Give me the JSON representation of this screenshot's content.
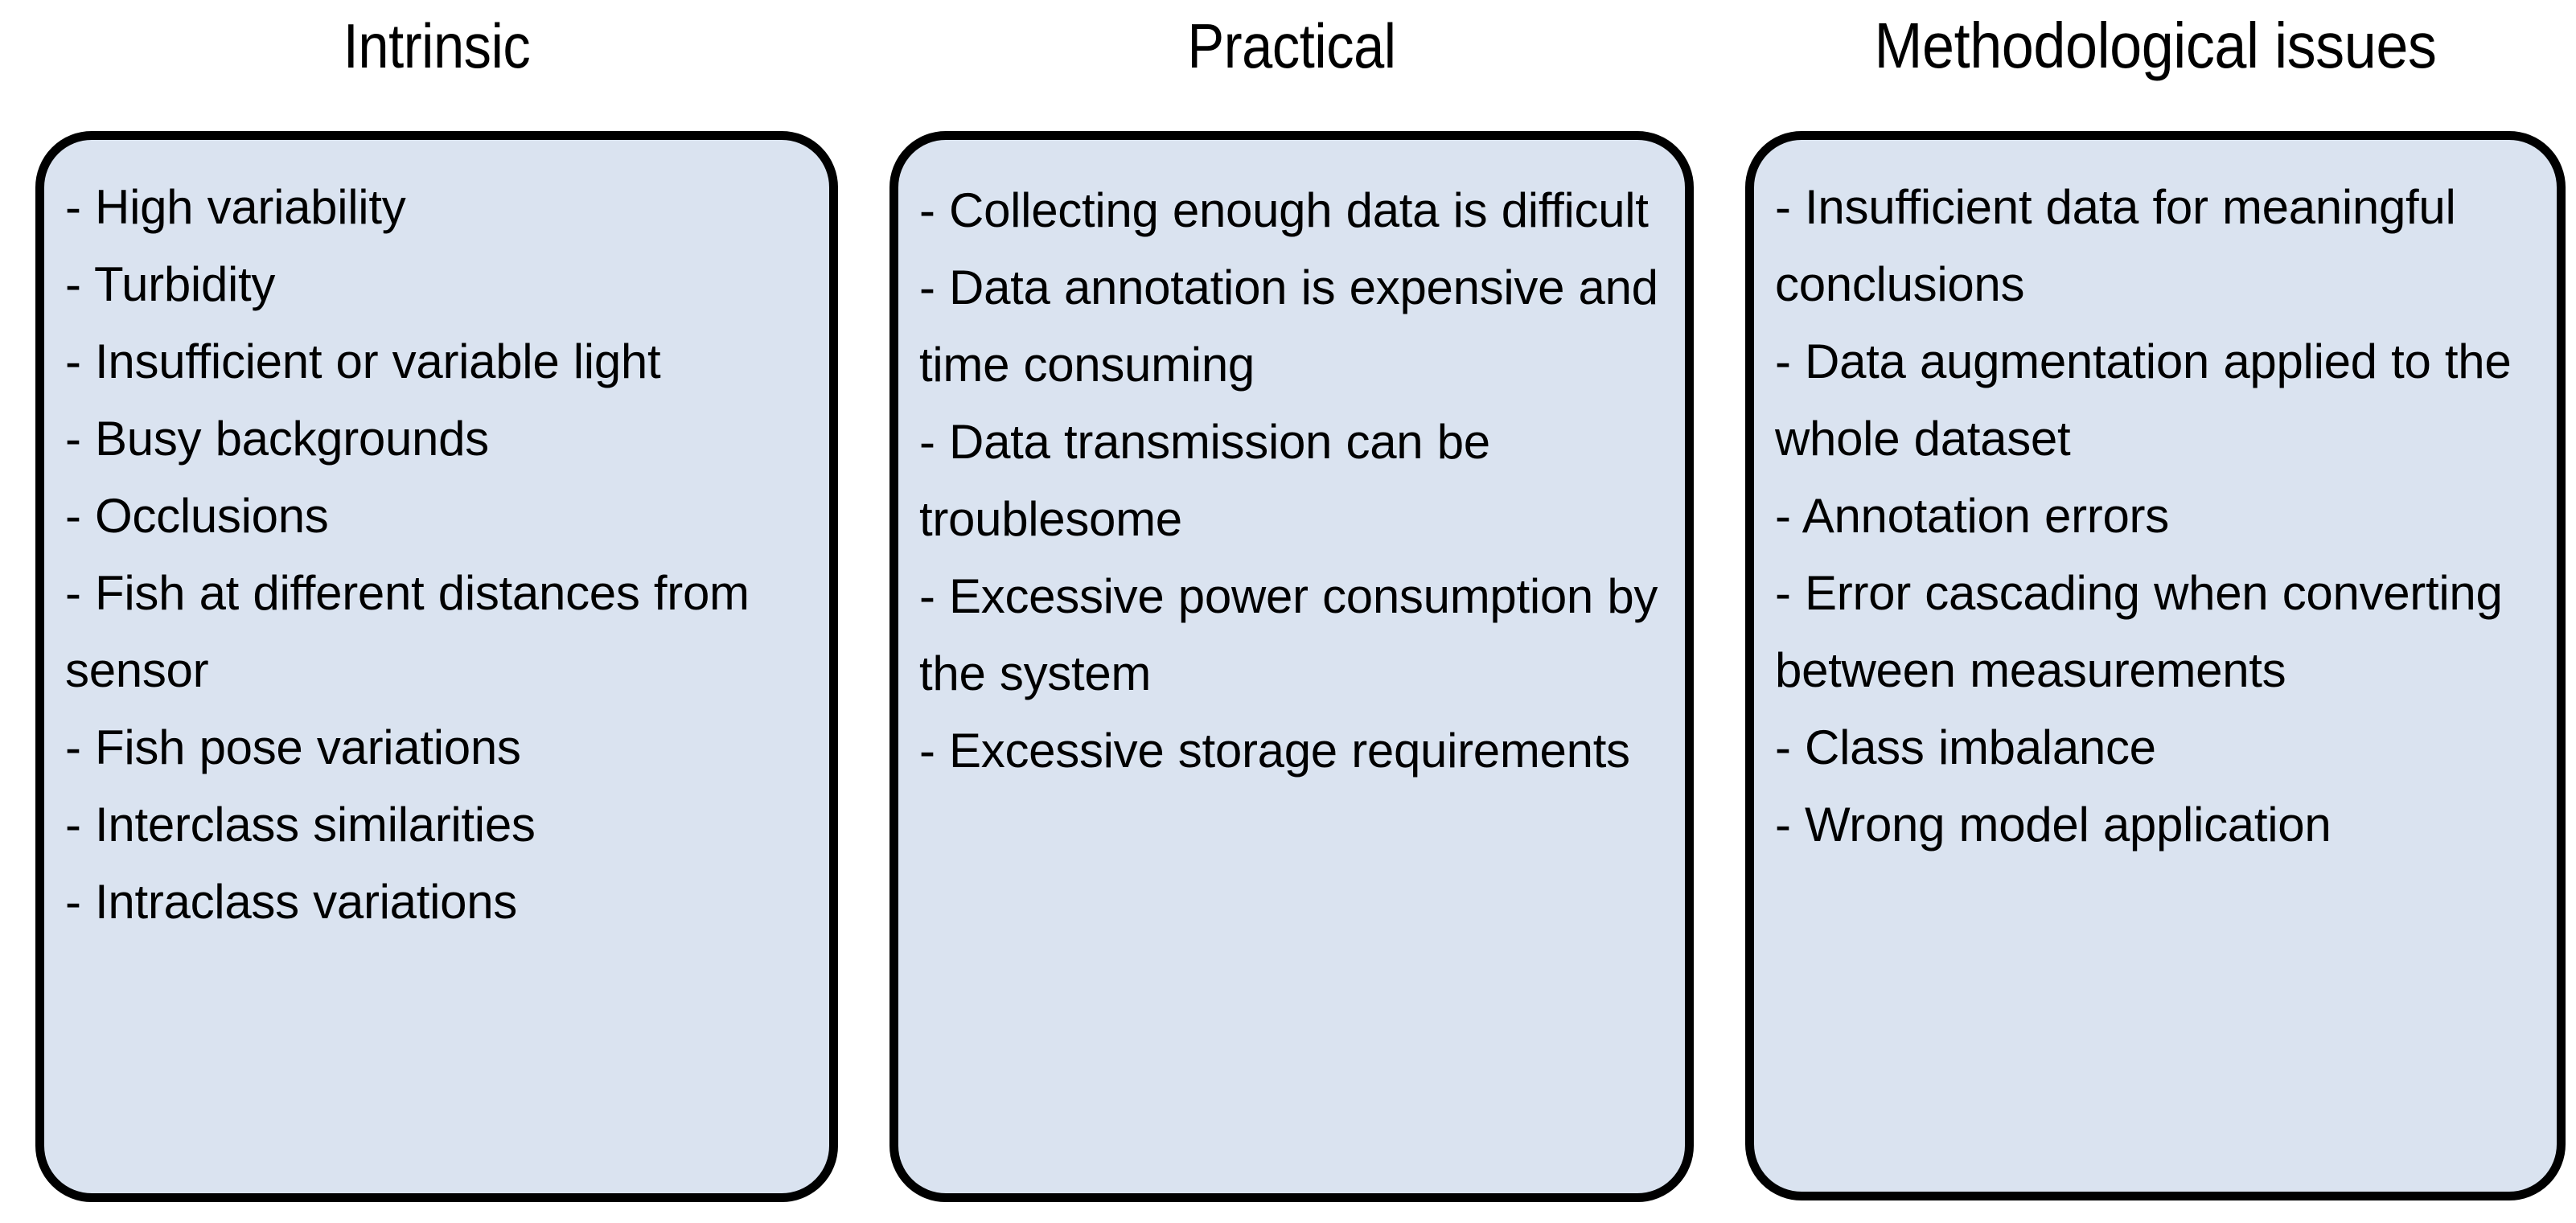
{
  "diagram": {
    "type": "three-column-category-list",
    "background_color": "#ffffff",
    "box_fill_color": "#dae3f0",
    "box_border_color": "#000000",
    "text_color": "#000000",
    "columns": [
      {
        "title": "Intrinsic",
        "items": [
          "- High variability",
          "- Turbidity",
          "- Insufficient or variable light",
          "- Busy backgrounds",
          "- Occlusions",
          "- Fish at different distances from sensor",
          "- Fish pose variations",
          "- Interclass similarities",
          "- Intraclass variations"
        ]
      },
      {
        "title": "Practical",
        "items": [
          "- Collecting enough data is difficult",
          "- Data annotation is expensive and time consuming",
          "- Data transmission can be troublesome",
          "- Excessive power consumption by the system",
          "- Excessive storage requirements"
        ]
      },
      {
        "title": "Methodological issues",
        "items": [
          "- Insufficient data for meaningful conclusions",
          "- Data augmentation applied to the whole dataset",
          "- Annotation errors",
          "- Error cascading when converting between measurements",
          "- Class imbalance",
          "- Wrong model application"
        ]
      }
    ]
  }
}
